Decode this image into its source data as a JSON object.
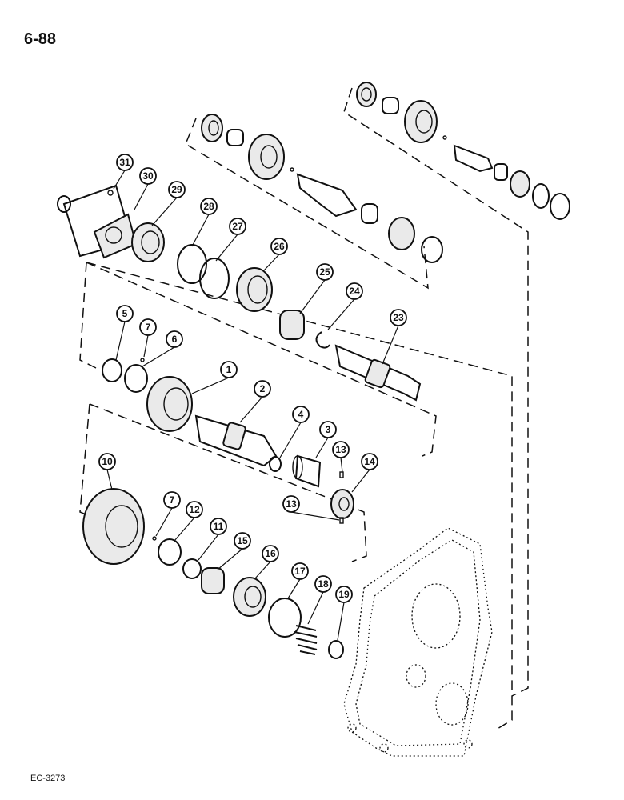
{
  "page": {
    "number": "6-88",
    "figure_code": "EC-3273"
  },
  "callouts": [
    {
      "id": "c31",
      "label": "31"
    },
    {
      "id": "c30",
      "label": "30"
    },
    {
      "id": "c29",
      "label": "29"
    },
    {
      "id": "c28",
      "label": "28"
    },
    {
      "id": "c27",
      "label": "27"
    },
    {
      "id": "c26",
      "label": "26"
    },
    {
      "id": "c25",
      "label": "25"
    },
    {
      "id": "c24",
      "label": "24"
    },
    {
      "id": "c23",
      "label": "23"
    },
    {
      "id": "c5",
      "label": "5"
    },
    {
      "id": "c7a",
      "label": "7"
    },
    {
      "id": "c6",
      "label": "6"
    },
    {
      "id": "c1",
      "label": "1"
    },
    {
      "id": "c2",
      "label": "2"
    },
    {
      "id": "c4",
      "label": "4"
    },
    {
      "id": "c3",
      "label": "3"
    },
    {
      "id": "c13a",
      "label": "13"
    },
    {
      "id": "c14",
      "label": "14"
    },
    {
      "id": "c13b",
      "label": "13"
    },
    {
      "id": "c10",
      "label": "10"
    },
    {
      "id": "c7b",
      "label": "7"
    },
    {
      "id": "c12",
      "label": "12"
    },
    {
      "id": "c11",
      "label": "11"
    },
    {
      "id": "c15",
      "label": "15"
    },
    {
      "id": "c16",
      "label": "16"
    },
    {
      "id": "c17",
      "label": "17"
    },
    {
      "id": "c18",
      "label": "18"
    },
    {
      "id": "c19",
      "label": "19"
    }
  ]
}
